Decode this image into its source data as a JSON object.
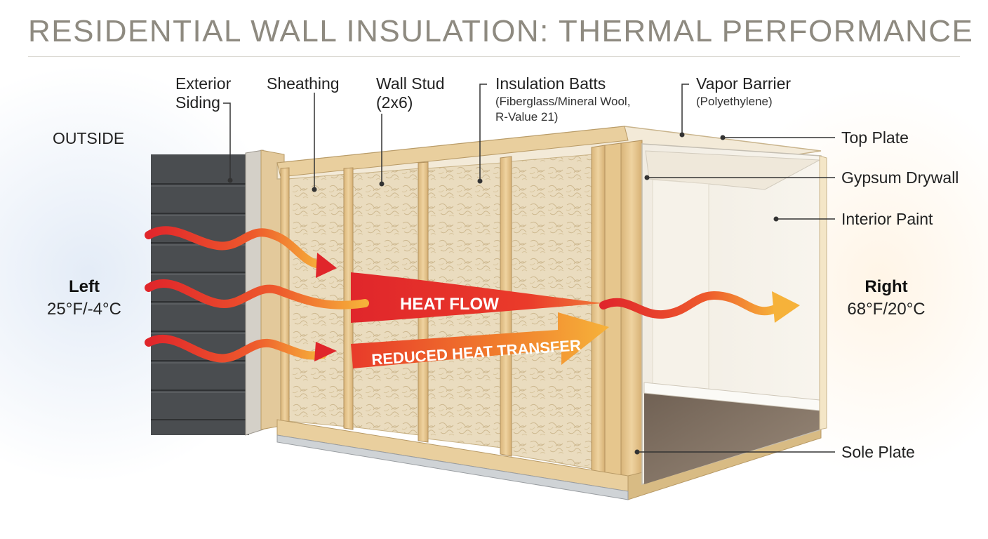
{
  "title": "RESIDENTIAL WALL INSULATION: THERMAL PERFORMANCE",
  "labels": {
    "outside": "OUTSIDE",
    "exterior_siding": [
      "Exterior",
      "Siding"
    ],
    "sheathing": "Sheathing",
    "wall_stud": [
      "Wall Stud",
      "(2x6)"
    ],
    "insulation_batts": {
      "name": "Insulation Batts",
      "details": [
        "(Fiberglass/Mineral Wool,",
        "R-Value 21)"
      ]
    },
    "vapor_barrier": {
      "name": "Vapor Barrier",
      "details": "(Polyethylene)"
    },
    "top_plate": "Top Plate",
    "gypsum_drywall": "Gypsum Drywall",
    "interior_paint": "Interior Paint",
    "sole_plate": "Sole Plate"
  },
  "temperatures": {
    "left": {
      "name": "Left",
      "value": "25°F/-4°C"
    },
    "right": {
      "name": "Right",
      "value": "68°F/20°C"
    }
  },
  "arrows": {
    "heat_flow": "HEAT FLOW",
    "reduced_transfer": "REDUCED HEAT TRANSFER"
  },
  "colors": {
    "heat_red": "#e0262b",
    "heat_orange": "#f5a623",
    "wood": "#e8c890",
    "insulation": "#e9dcc0",
    "siding": "#4a4d50",
    "title": "#8e8a80"
  }
}
